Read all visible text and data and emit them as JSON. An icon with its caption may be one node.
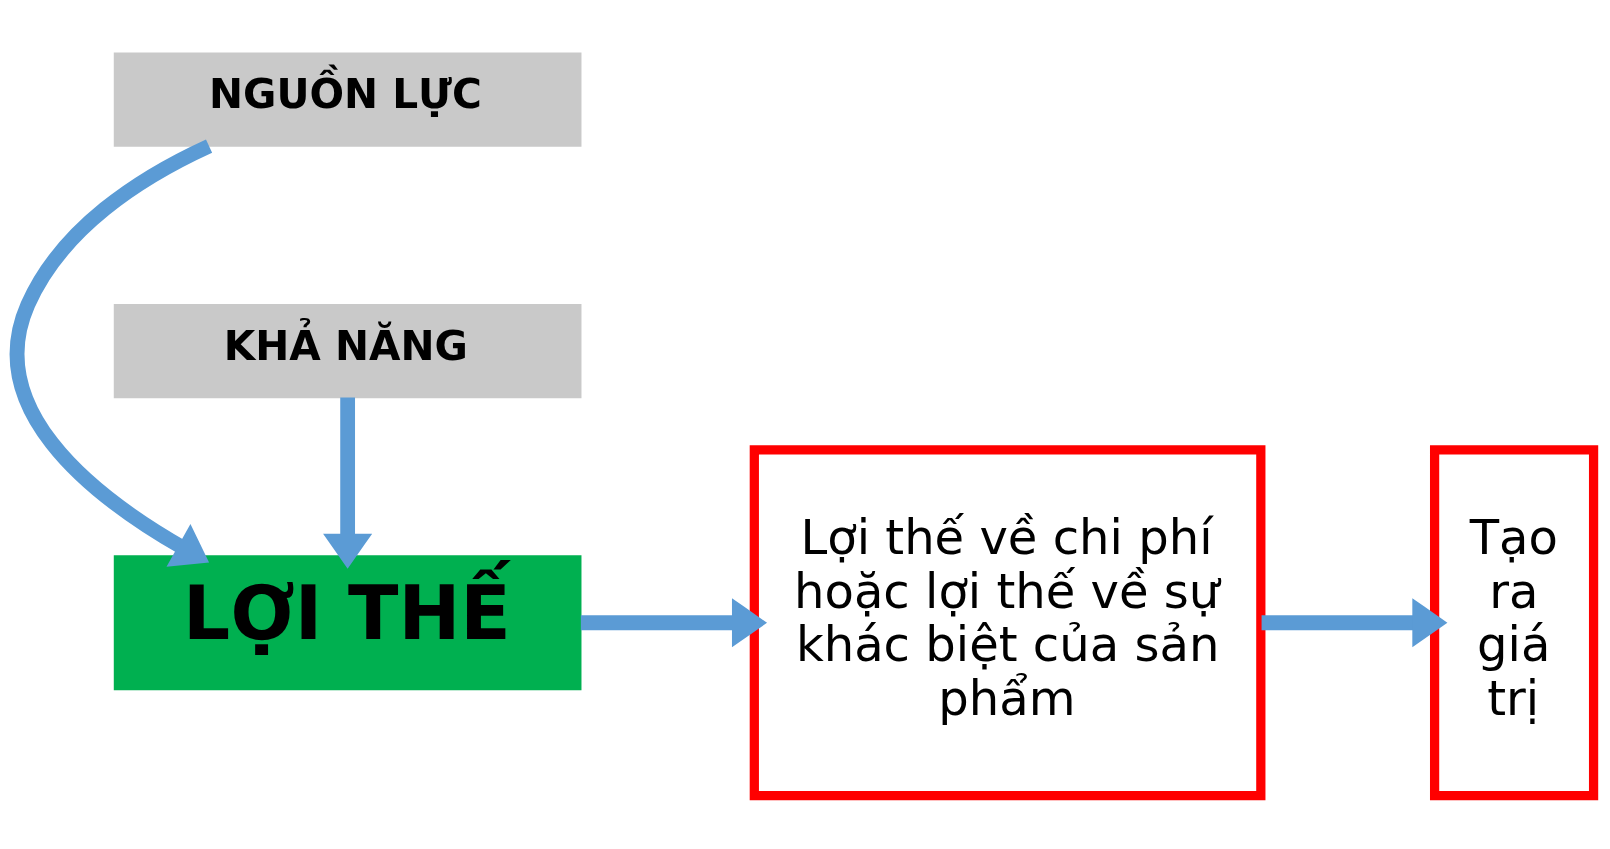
{
  "diagram": {
    "nodes": [
      {
        "text": [
          "NGUỒN LỰC"
        ]
      },
      {
        "text": [
          "LỢI THẾ"
        ]
      },
      {
        "text": [
          "KHẢ NĂNG"
        ]
      },
      {
        "text": [
          "Lợi thế về chi phí hoặc lợi thế về sự khác biệt của sản phẩm"
        ]
      },
      {
        "text": [
          "Tạo ra giá trị"
        ]
      }
    ],
    "edges": [
      {
        "from": 0,
        "to": 1,
        "arrow": "to"
      },
      {
        "from": 2,
        "to": 1,
        "arrow": "to"
      },
      {
        "from": 1,
        "to": 3,
        "arrow": "to"
      },
      {
        "from": 3,
        "to": 4,
        "arrow": "to"
      }
    ]
  }
}
